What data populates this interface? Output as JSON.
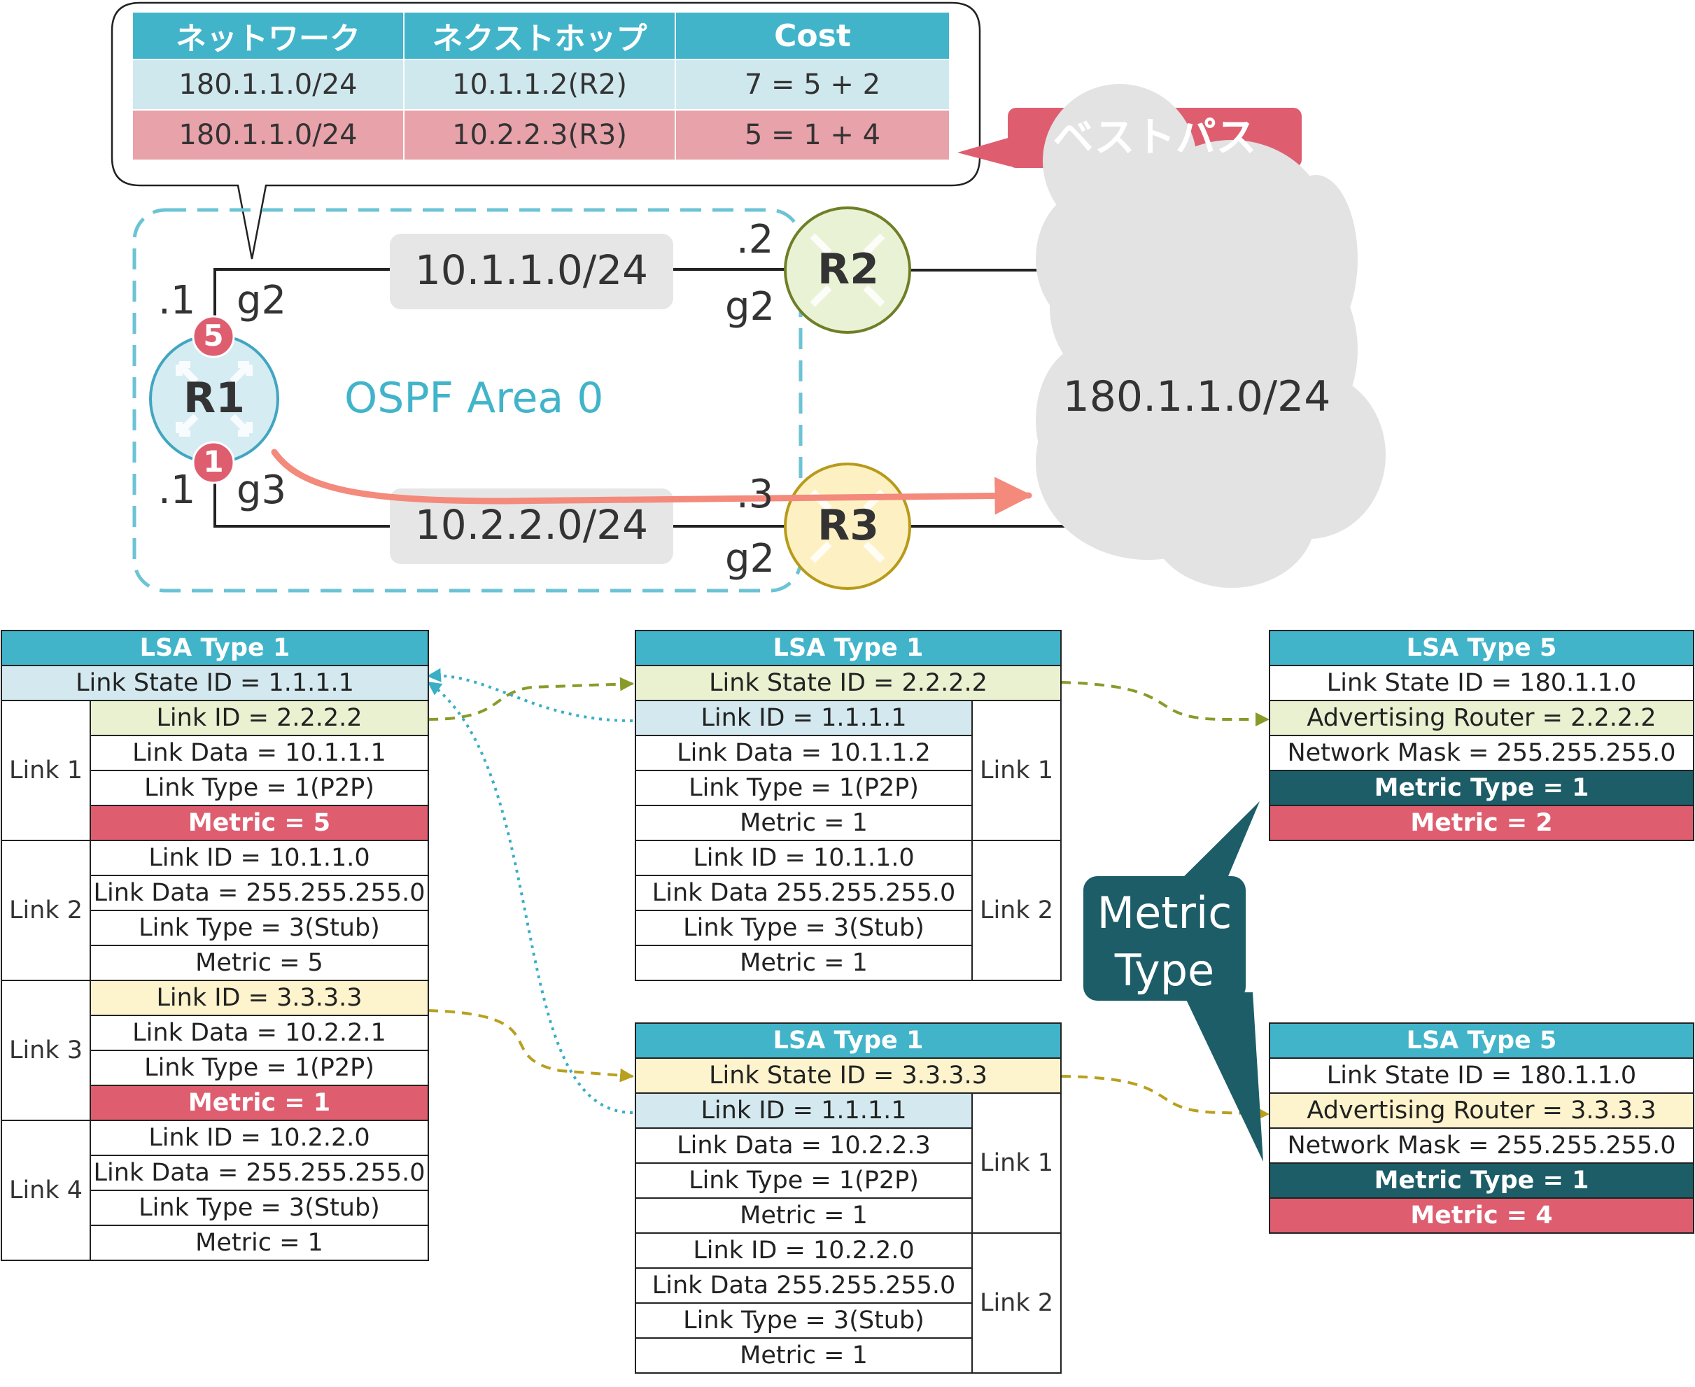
{
  "route_table": {
    "headers": [
      "ネットワーク",
      "ネクストホップ",
      "Cost"
    ],
    "rows": [
      [
        "180.1.1.0/24",
        "10.1.1.2(R2)",
        "7 = 5 + 2"
      ],
      [
        "180.1.1.0/24",
        "10.2.2.3(R3)",
        "5 = 1 + 4"
      ]
    ],
    "best_path_label": "ベストパス"
  },
  "topology": {
    "area_label": "OSPF Area 0",
    "r1": {
      "name": "R1",
      "g2": "g2",
      "g3": "g3",
      "ip_top": ".1",
      "ip_bottom": ".1",
      "cost_top": "5",
      "cost_bottom": "1"
    },
    "r2": {
      "name": "R2",
      "ip": ".2",
      "g2": "g2"
    },
    "r3": {
      "name": "R3",
      "ip": ".3",
      "g2": "g2"
    },
    "net_top": "10.1.1.0/24",
    "net_bottom": "10.2.2.0/24",
    "cloud": "180.1.1.0/24"
  },
  "lsa_r1": {
    "title": "LSA Type 1",
    "lsid": "Link State ID = 1.1.1.1",
    "links": [
      {
        "label": "Link 1",
        "rows": [
          "Link ID = 2.2.2.2",
          "Link Data = 10.1.1.1",
          "Link Type = 1(P2P)",
          "Metric = 5"
        ]
      },
      {
        "label": "Link 2",
        "rows": [
          "Link ID = 10.1.1.0",
          "Link Data = 255.255.255.0",
          "Link Type = 3(Stub)",
          "Metric = 5"
        ]
      },
      {
        "label": "Link 3",
        "rows": [
          "Link ID = 3.3.3.3",
          "Link Data = 10.2.2.1",
          "Link Type = 1(P2P)",
          "Metric = 1"
        ]
      },
      {
        "label": "Link 4",
        "rows": [
          "Link ID = 10.2.2.0",
          "Link Data = 255.255.255.0",
          "Link Type = 3(Stub)",
          "Metric = 1"
        ]
      }
    ]
  },
  "lsa_r2": {
    "title": "LSA Type 1",
    "lsid": "Link State ID = 2.2.2.2",
    "links": [
      {
        "label": "Link 1",
        "rows": [
          "Link ID = 1.1.1.1",
          "Link Data = 10.1.1.2",
          "Link Type = 1(P2P)",
          "Metric = 1"
        ]
      },
      {
        "label": "Link 2",
        "rows": [
          "Link ID = 10.1.1.0",
          "Link Data 255.255.255.0",
          "Link Type = 3(Stub)",
          "Metric = 1"
        ]
      }
    ]
  },
  "lsa_r3": {
    "title": "LSA Type 1",
    "lsid": "Link State ID = 3.3.3.3",
    "links": [
      {
        "label": "Link 1",
        "rows": [
          "Link ID = 1.1.1.1",
          "Link Data = 10.2.2.3",
          "Link Type = 1(P2P)",
          "Metric = 1"
        ]
      },
      {
        "label": "Link 2",
        "rows": [
          "Link ID = 10.2.2.0",
          "Link Data 255.255.255.0",
          "Link Type = 3(Stub)",
          "Metric = 1"
        ]
      }
    ]
  },
  "lsa5_r2": {
    "title": "LSA Type 5",
    "rows": [
      "Link State ID = 180.1.1.0",
      "Advertising Router = 2.2.2.2",
      "Network Mask = 255.255.255.0",
      "Metric Type = 1",
      "Metric = 2"
    ]
  },
  "lsa5_r3": {
    "title": "LSA Type 5",
    "rows": [
      "Link State ID = 180.1.1.0",
      "Advertising Router = 3.3.3.3",
      "Network Mask = 255.255.255.0",
      "Metric Type = 1",
      "Metric = 4"
    ]
  },
  "callout": {
    "line1": "Metric",
    "line2": "Type"
  },
  "colors": {
    "teal": "#41b4ca",
    "dark_teal": "#1c5d67",
    "red": "#de5e70",
    "pink_row": "#e8a2aa",
    "blue_row": "#cfe8ee",
    "olive": "#8a9a2a",
    "gold": "#b8a020",
    "dotted_blue": "#3aaec4",
    "route_arrow": "#f48a7c"
  }
}
